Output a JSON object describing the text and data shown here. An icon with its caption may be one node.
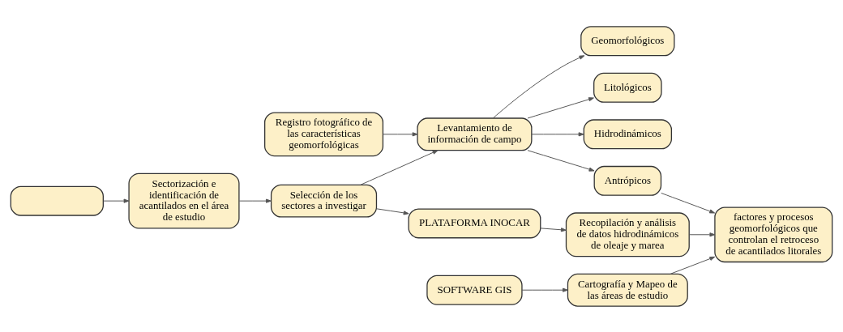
{
  "diagram": {
    "nodes": [
      {
        "text": [
          "Geomorfológicos"
        ]
      },
      {
        "text": [
          "Litológicos"
        ]
      },
      {
        "text": [
          "Hidrodinámicos"
        ]
      },
      {
        "text": [
          "Antrópicos"
        ]
      },
      {
        "text": [
          "Registro fotográfico de las características geomorfológicas"
        ]
      },
      {
        "text": [
          "Levantamiento de información de campo"
        ]
      },
      {
        "text": [],
        "shape": "box"
      },
      {
        "text": [
          "Sectorización e identificación de acantilados en el área de estudio"
        ]
      },
      {
        "text": [
          "Selección de los sectores a investigar"
        ]
      },
      {
        "text": [
          "factores y procesos geomorfológicos que controlan el retroceso de acantilados litorales"
        ]
      },
      {
        "text": [
          "PLATAFORMA INOCAR"
        ]
      },
      {
        "text": [
          "Recopilación y análisis de datos hidrodinámicos de oleaje y marea"
        ]
      },
      {
        "text": [
          "SOFTWARE GIS"
        ]
      },
      {
        "text": [
          "Cartografía y Mapeo de las áreas de estudio"
        ]
      }
    ],
    "edges": [
      {
        "from": 4,
        "to": 5,
        "arrow": "to"
      },
      {
        "from": 6,
        "to": 7,
        "arrow": "to"
      },
      {
        "from": 7,
        "to": 8,
        "arrow": "to"
      },
      {
        "from": 8,
        "to": 5,
        "arrow": "to"
      },
      {
        "from": 8,
        "to": 10,
        "arrow": "to"
      },
      {
        "from": 10,
        "to": 11,
        "arrow": "to"
      },
      {
        "from": 12,
        "to": 13,
        "arrow": "to"
      },
      {
        "from": 5,
        "to": 0,
        "arrow": "to"
      },
      {
        "from": 5,
        "to": 1,
        "arrow": "to"
      },
      {
        "from": 5,
        "to": 2,
        "arrow": "to"
      },
      {
        "from": 5,
        "to": 3,
        "arrow": "to"
      },
      {
        "from": 3,
        "to": 9,
        "arrow": "to"
      },
      {
        "from": 11,
        "to": 9,
        "arrow": "to"
      },
      {
        "from": 13,
        "to": 9,
        "arrow": "to"
      }
    ]
  }
}
